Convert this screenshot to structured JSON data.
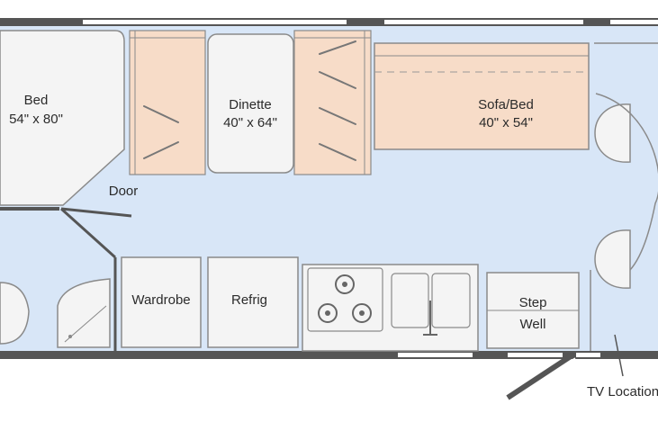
{
  "colors": {
    "floor": "#d8e6f7",
    "cushion": "#f7dcc8",
    "furniture": "#f4f4f4",
    "outline": "#8a8a8a",
    "wall": "#555555",
    "text": "#2b2b2b"
  },
  "labels": {
    "bed_name": "Bed",
    "bed_size": "54\" x 80\"",
    "dinette_name": "Dinette",
    "dinette_size": "40\" x 64\"",
    "sofa_name": "Sofa/Bed",
    "sofa_size": "40\" x 54\"",
    "door": "Door",
    "wardrobe": "Wardrobe",
    "refrig": "Refrig",
    "step_line1": "Step",
    "step_line2": "Well",
    "tv_location": "TV Location"
  }
}
